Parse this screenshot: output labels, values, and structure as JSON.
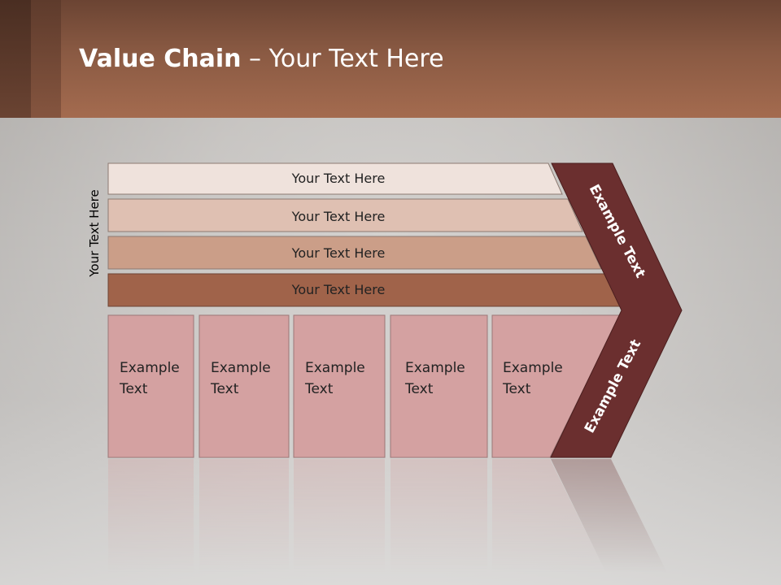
{
  "title": {
    "bold": "Value Chain",
    "rest": " – Your Text Here"
  },
  "side_label": "Your Text Here",
  "rows": [
    {
      "label": "Your Text Here",
      "color": "#efe2dc"
    },
    {
      "label": "Your Text Here",
      "color": "#dfc0b2"
    },
    {
      "label": "Your Text Here",
      "color": "#cb9e88"
    },
    {
      "label": "Your Text Here",
      "color": "#a0634a"
    }
  ],
  "boxes": [
    {
      "line1": "Example",
      "line2": "Text"
    },
    {
      "line1": "Example",
      "line2": "Text"
    },
    {
      "line1": "Example",
      "line2": "Text"
    },
    {
      "line1": "Example",
      "line2": "Text"
    },
    {
      "line1": "Example",
      "line2": "Text"
    }
  ],
  "chevron": {
    "upper": "Example Text",
    "lower": "Example Text",
    "color": "#6b2f2f"
  },
  "colors": {
    "box_fill": "#d4a1a1",
    "header": "#8a5a43"
  }
}
